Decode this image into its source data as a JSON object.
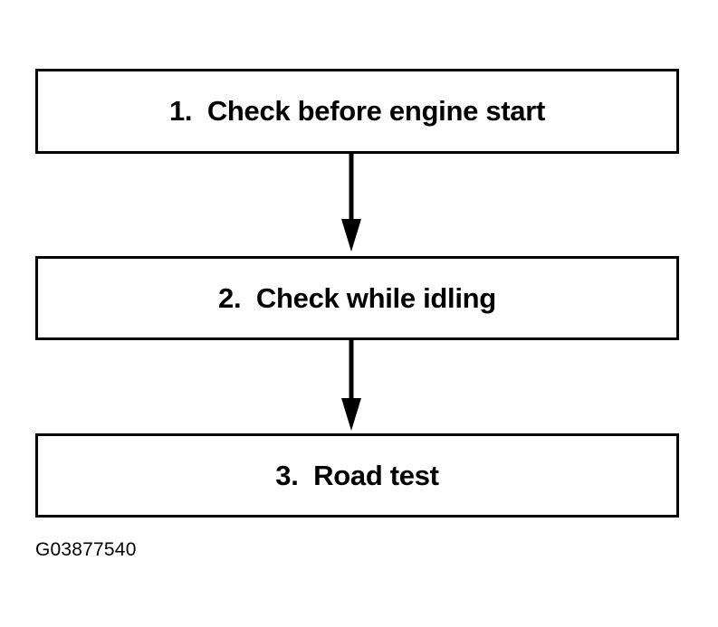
{
  "flowchart": {
    "steps": [
      {
        "label": "1.  Check before engine start"
      },
      {
        "label": "2.  Check while idling"
      },
      {
        "label": "3.  Road test"
      }
    ],
    "connectors": [
      {
        "from": 1,
        "to": 2
      },
      {
        "from": 2,
        "to": 3
      }
    ]
  },
  "figure_code": "G03877540",
  "colors": {
    "line": "#000000",
    "background": "#ffffff"
  }
}
